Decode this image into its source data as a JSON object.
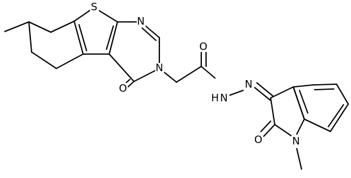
{
  "molecule": {
    "atom_labels": {
      "S": "S",
      "N_pyrimidine_top": "N",
      "N_pyrimidine_3": "N",
      "O_pyrimidinone": "O",
      "O_amide": "O",
      "NH_hydrazide": "H",
      "N_hydrazide": "N",
      "N_imine": "N",
      "O_oxindole": "O",
      "N_indole": "N"
    }
  }
}
